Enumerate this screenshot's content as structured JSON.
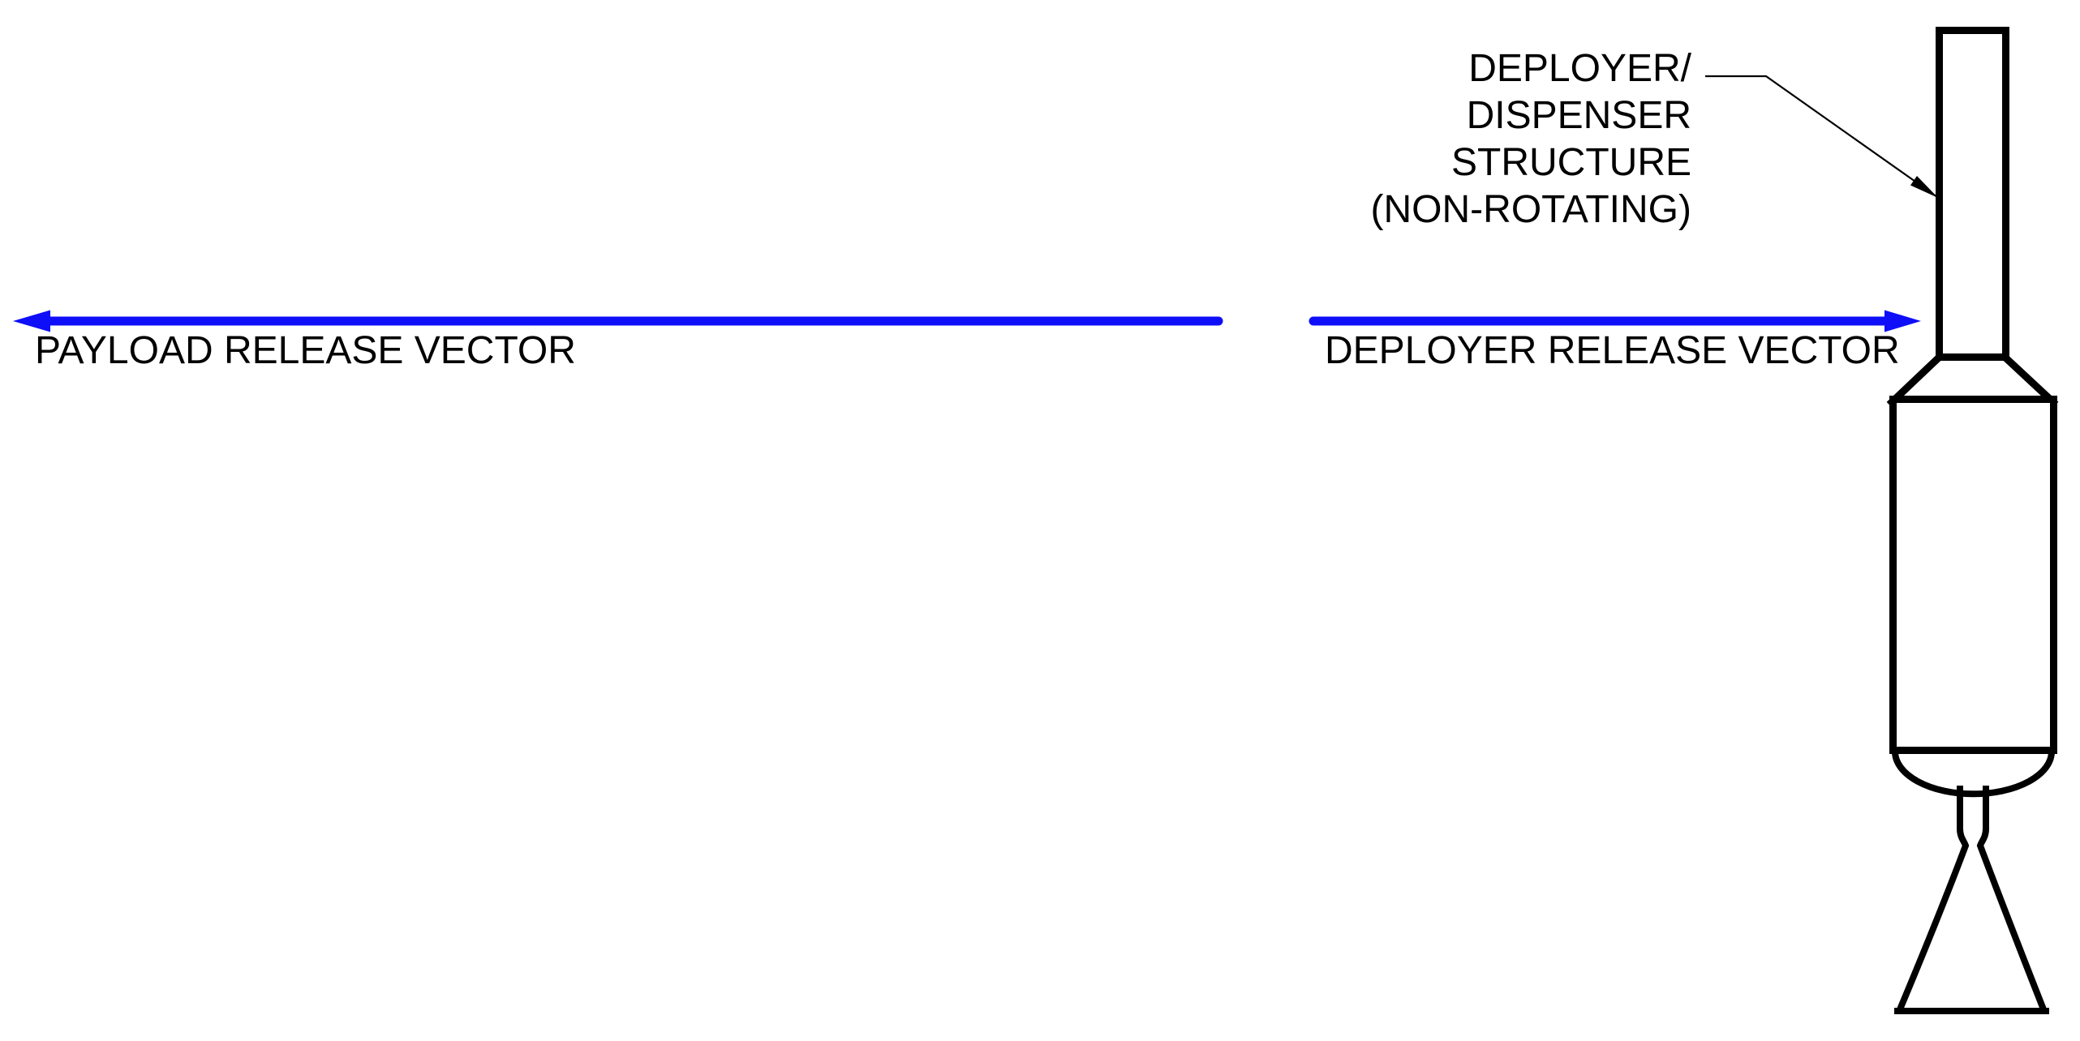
{
  "diagram": {
    "title_hint": "deployer payload release vector diagram",
    "background_color": "#ffffff",
    "line_color": "#000000",
    "arrow_color": "#0e0ef8",
    "payload_arrow": {
      "label": "PAYLOAD RELEASE VECTOR",
      "direction": "left"
    },
    "deployer_arrow": {
      "label": "DEPLOYER RELEASE VECTOR",
      "direction": "right"
    },
    "callout": {
      "lines": {
        "0": "DEPLOYER/",
        "1": "DISPENSER",
        "2": "STRUCTURE",
        "3": "(NON-ROTATING)"
      },
      "points_to": "deployer-dispenser-structure"
    }
  }
}
